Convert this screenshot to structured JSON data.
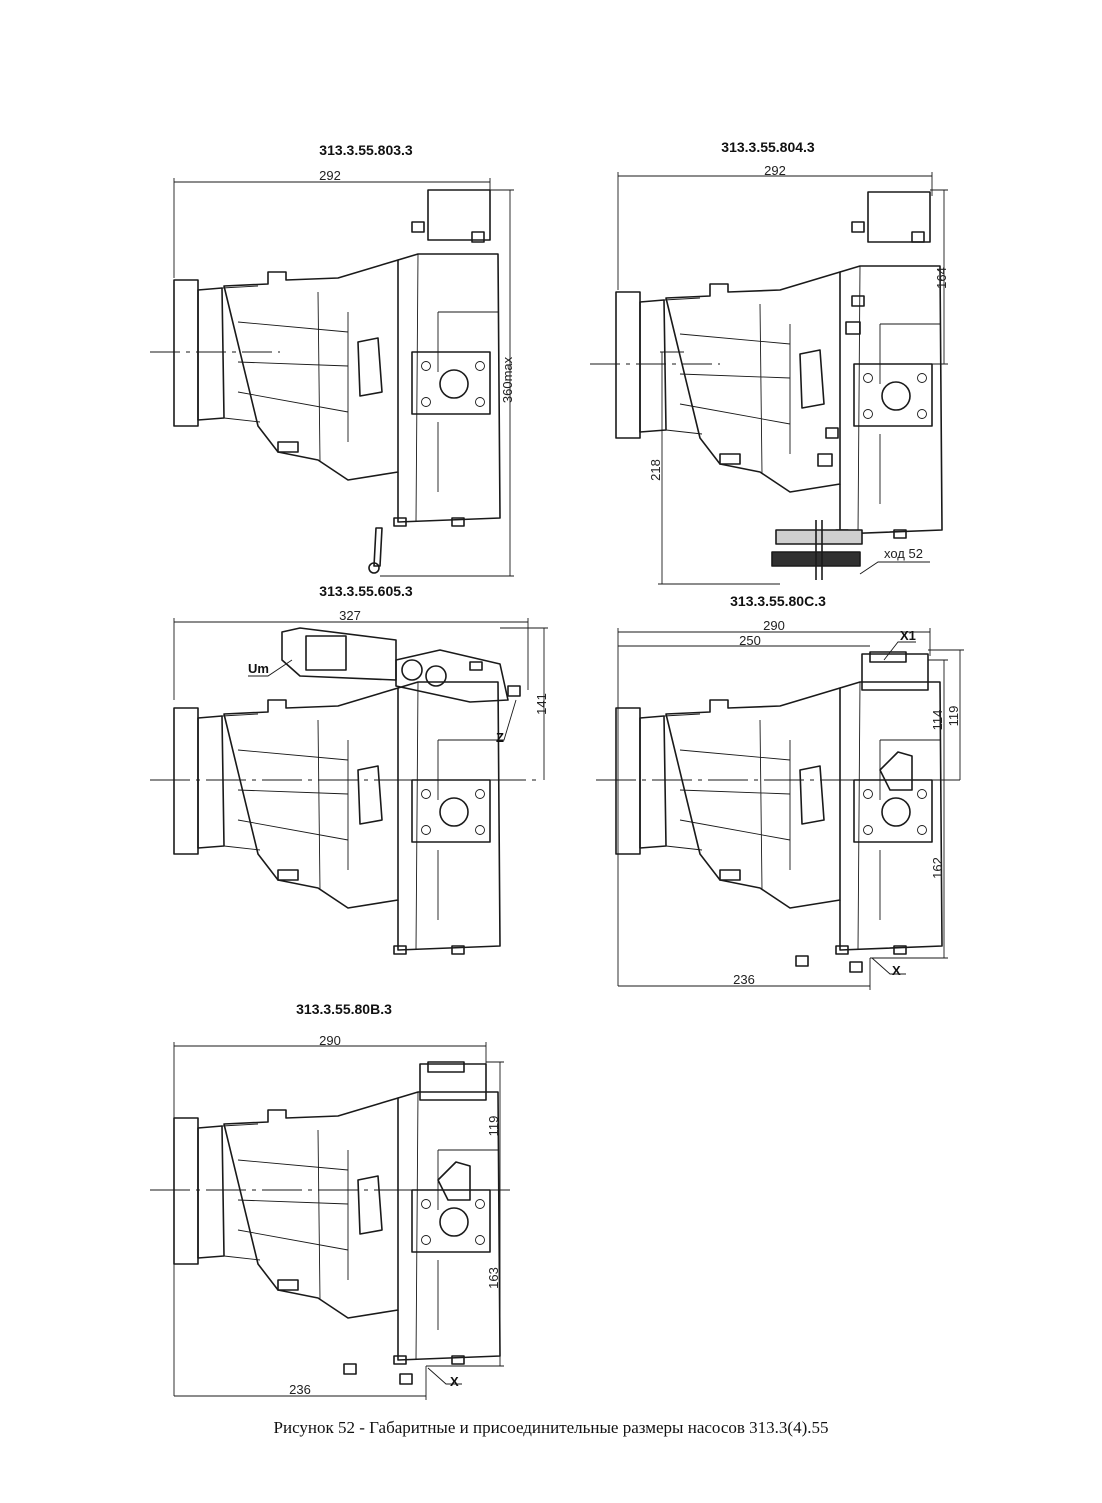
{
  "views": [
    {
      "id": "v1",
      "title": "313.3.55.803.3",
      "dims": [
        "292",
        "360max"
      ],
      "labels": []
    },
    {
      "id": "v2",
      "title": "313.3.55.804.3",
      "dims": [
        "292",
        "164",
        "218",
        "ход 52"
      ],
      "labels": []
    },
    {
      "id": "v3",
      "title": "313.3.55.605.3",
      "dims": [
        "327",
        "141"
      ],
      "labels": [
        "Um",
        "Z"
      ]
    },
    {
      "id": "v4",
      "title": "313.3.55.80С.3",
      "dims": [
        "290",
        "250",
        "114",
        "119",
        "162",
        "236"
      ],
      "labels": [
        "X1",
        "X"
      ]
    },
    {
      "id": "v5",
      "title": "313.3.55.80В.3",
      "dims": [
        "290",
        "119",
        "163",
        "236"
      ],
      "labels": [
        "X"
      ]
    }
  ],
  "caption": "Рисунок 52 - Габаритные и присоединительные размеры насосов 313.3(4).55"
}
